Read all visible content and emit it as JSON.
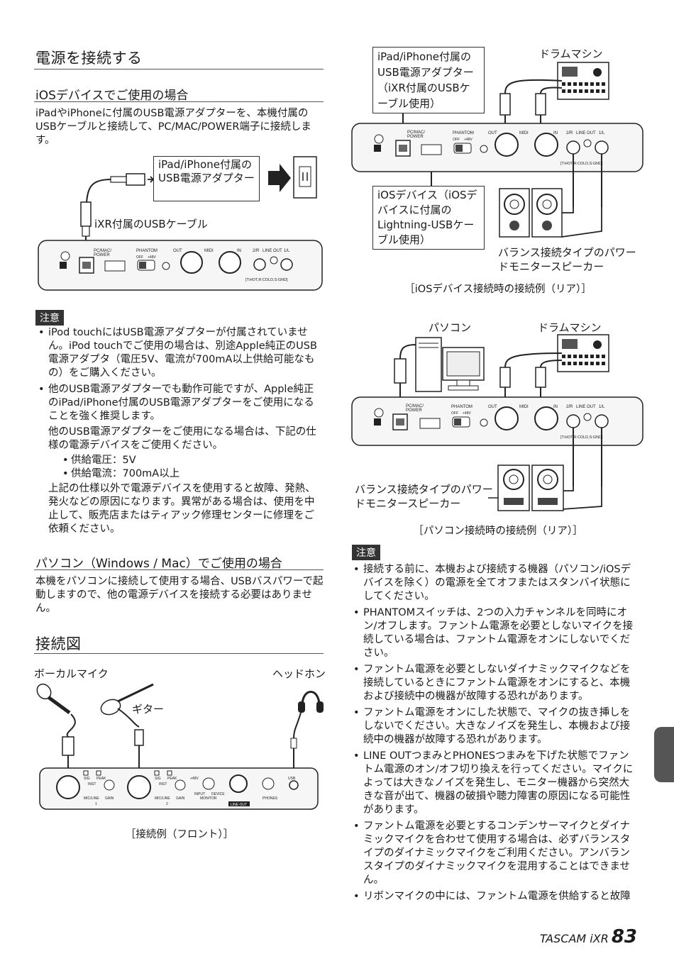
{
  "left": {
    "section1_title": "電源を接続する",
    "ios_heading": "iOSデバイスでご使用の場合",
    "ios_text": "iPadやiPhoneに付属のUSB電源アダプターを、本機付属のUSBケーブルと接続して、PC/MAC/POWER端子に接続します。",
    "diagram1_adapter_box": "iPad/iPhone付属のUSB電源アダプター",
    "diagram1_cable": "iXR付属のUSBケーブル",
    "caution_label": "注意",
    "caution_items": [
      "iPod touchにはUSB電源アダプターが付属されていません。iPod touchでご使用の場合は、別途Apple純正のUSB電源アダプタ（電圧5V、電流が700mA以上供給可能なもの）をご購入ください。",
      "他のUSB電源アダプターでも動作可能ですが、Apple純正のiPad/iPhone付属のUSB電源アダプターをご使用になることを強く推奨します。"
    ],
    "caution_cont1": "他のUSB電源アダプターをご使用になる場合は、下記の仕様の電源デバイスをご使用ください。",
    "spec_items": [
      "供給電圧：5V",
      "供給電流：700mA以上"
    ],
    "caution_cont2": "上記の仕様以外で電源デバイスを使用すると故障、発熱、発火などの原因になります。異常がある場合は、使用を中止して、販売店またはティアック修理センターに修理をご依頼ください。",
    "pc_heading": "パソコン（Windows / Mac）でご使用の場合",
    "pc_text": "本機をパソコンに接続して使用する場合、USBバスパワーで起動しますので、他の電源デバイスを接続する必要はありません。",
    "section2_title": "接続図",
    "front_labels": {
      "vocal_mic": "ボーカルマイク",
      "guitar": "ギター",
      "headphones": "ヘッドホン"
    },
    "front_caption": "［接続例（フロント）］"
  },
  "right": {
    "rear_ios_adapter_box": "iPad/iPhone付属のUSB電源アダプター（iXR付属のUSBケーブル使用）",
    "drum_machine": "ドラムマシン",
    "ios_device_box": "iOSデバイス（iOSデバイスに付属のLightning-USBケーブル使用）",
    "speakers": "バランス接続タイプのパワードモニタースピーカー",
    "rear_ios_caption": "［iOSデバイス接続時の接続例（リア）］",
    "pc": "パソコン",
    "drum_machine2": "ドラムマシン",
    "speakers2": "バランス接続タイプのパワードモニタースピーカー",
    "rear_pc_caption": "［パソコン接続時の接続例（リア）］",
    "caution_label": "注意",
    "caution_items": [
      "接続する前に、本機および接続する機器（パソコン/iOSデバイスを除く）の電源を全てオフまたはスタンバイ状態にしてください。",
      "PHANTOMスイッチは、2つの入力チャンネルを同時にオン/オフします。ファントム電源を必要としないマイクを接続している場合は、ファントム電源をオンにしないでください。",
      "ファントム電源を必要としないダイナミックマイクなどを接続しているときにファントム電源をオンにすると、本機および接続中の機器が故障する恐れがあります。",
      "ファントム電源をオンにした状態で、マイクの抜き挿しをしないでください。大きなノイズを発生し、本機および接続中の機器が故障する恐れがあります。",
      "LINE OUTつまみとPHONESつまみを下げた状態でファントム電源のオン/オフ切り換えを行ってください。マイクによっては大きなノイズを発生し、モニター機器から突然大きな音が出て、機器の破損や聴力障害の原因になる可能性があります。",
      "ファントム電源を必要とするコンデンサーマイクとダイナミックマイクを合わせて使用する場合は、必ずバランスタイプのダイナミックマイクをご利用ください。アンバランスタイプのダイナミックマイクを混用することはできません。",
      "リボンマイクの中には、ファントム電源を供給すると故障"
    ]
  },
  "panel_rear": {
    "pc_mac": "PC/MAC/",
    "power": "POWER",
    "phantom": "PHANTOM",
    "off": "OFF",
    "p48": "+48V",
    "out": "OUT",
    "midi": "MIDI",
    "in": "IN",
    "r2": "2/R",
    "lineout": "LINE OUT",
    "l1": "1/L",
    "legend": "[T:HOT,R:COLD,S:GND]"
  },
  "panel_front": {
    "sig": "SIG",
    "peak": "PEAK",
    "inst": "INST",
    "mic_line": "MIC/LINE",
    "gain": "GAIN",
    "ch1": "1",
    "ch2": "2",
    "p48": "+48V",
    "input": "INPUT",
    "device": "DEVICE",
    "monitor": "MONITOR",
    "line_out": "LINE OUT",
    "phones": "PHONES",
    "usb": "USB"
  },
  "footer": {
    "brand": "TASCAM  iXR",
    "page": "83"
  }
}
